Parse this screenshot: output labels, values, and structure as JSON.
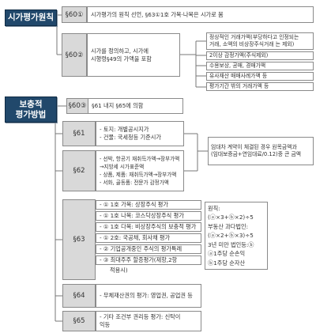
{
  "headers": {
    "principle": "시가평가원칙",
    "supplementary": "보충적\n평가방법"
  },
  "sections": {
    "s60_1": "§60①",
    "s60_2": "§60②",
    "s60_3": "§60③",
    "s61": "§61",
    "s62": "§62",
    "s63": "§63",
    "s64": "§64",
    "s65": "§65"
  },
  "contents": {
    "s60_1": [
      "시가평가의 원칙 선언, §63①1호 가목·나목은 시가로 봄"
    ],
    "s60_2": [
      "시가를 정의하고, 시가에",
      "시행령§49의 가액을 포함"
    ],
    "s60_3": [
      "§61 내지 §65에 의함"
    ],
    "s61": [
      "- 토지: 개별공시지가",
      "- 건물: 국세청등 기준시가"
    ],
    "s62": [
      "- 선박, 항공기 재취득가액→장부가액",
      "  →지방세 시가표준액",
      "- 상품, 제품: 재취득가액→장부가액",
      "- 서화, 골동품: 전문가 감정가액"
    ],
    "s63_items": [
      "- ① 1호 가목: 상장주식 평가",
      "- ① 1호 나목: 코스닥상장주식 평가",
      "- ① 1호 다목: 비상장주식의 보충적 평가",
      "- ① 2호: 국공채, 회사채 평가",
      "- ② 기업공개중인 주식의 평가특례",
      "- ③ 최대주주 할증평가(제항,2항"
    ],
    "s63_tail": "적용시)",
    "s64": [
      "- 무체재산권의 평가: 영업권, 공업권 등"
    ],
    "s65": [
      "- 기타 조건부 권리등 평가: 신탁이",
      "  익등"
    ]
  },
  "side_s60_2": [
    "정상적인 거래가액(부당하다고 인정되는",
    "거래, 소액의 비상장주식거래 는 제외)",
    "2이상 감정가액(주식제외)",
    "수용보상, 공매, 경매가액",
    "유사재산 매매사례가액 등",
    "평가기간 밖의 거래가액 등"
  ],
  "side_s62": [
    "임대차 계약이 체결된 경우 원목금액과",
    "(임대보증금+연임대료/0.12)중 큰 금액"
  ],
  "side_s63": [
    "원칙:",
    "(ⓐ×3+ⓑ×2)÷5",
    "부동산 과다법인:",
    "(ⓐ×2+ⓑ×3)÷5",
    "3년 미만 법인등:ⓑ",
    "ⓐ1주당 순손익",
    "ⓑ1주당 순자산"
  ]
}
